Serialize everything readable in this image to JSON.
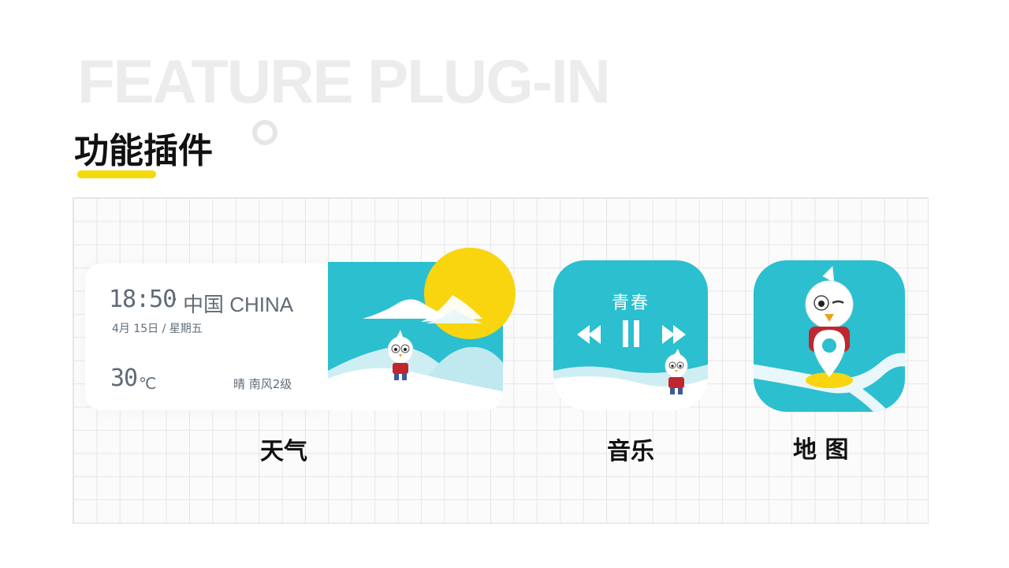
{
  "header": {
    "bg_title": "FEATURE PLUG-IN",
    "title": "功能插件"
  },
  "colors": {
    "accent_yellow": "#f5d90a",
    "teal": "#2bbfcf",
    "text_gray": "#5f6b77",
    "grid_line": "#e6e6e6"
  },
  "weather": {
    "time": "18:50",
    "separator": "·",
    "location": "中国 CHINA",
    "date": "4月 15日  /  星期五",
    "temperature": "30",
    "unit": "℃",
    "condition": "晴  南风2级",
    "label": "天气"
  },
  "music": {
    "song_title": "青春",
    "icons": [
      "rewind-icon",
      "pause-icon",
      "fast-forward-icon"
    ],
    "label": "音乐"
  },
  "map": {
    "icons": [
      "location-pin-icon"
    ],
    "label": "地 图"
  }
}
